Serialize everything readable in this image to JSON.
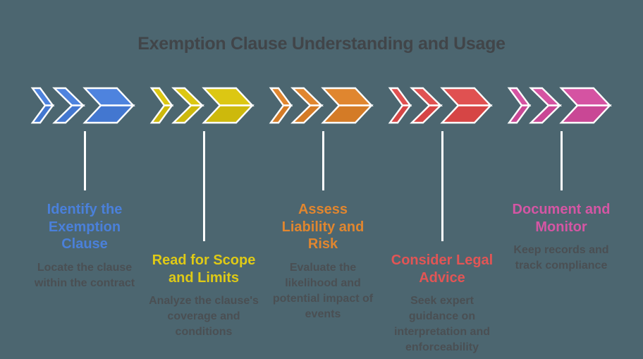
{
  "title": "Exemption Clause Understanding and Usage",
  "colors": {
    "bg": "#4c6670",
    "title-text": "#414549",
    "desc-text": "#4a4f53",
    "connector": "#ffffff"
  },
  "steps": [
    {
      "heading": "Identify the\nExemption\nClause",
      "description": "Locate the clause\nwithin the contract",
      "accent": "#4a80da",
      "fill_top": "#4e83de",
      "fill_bottom": "#4377d0"
    },
    {
      "heading": "Read for Scope\nand Limits",
      "description": "Analyze the clause's\ncoverage and\nconditions",
      "accent": "#dfca16",
      "fill_top": "#dcc713",
      "fill_bottom": "#cdb90c"
    },
    {
      "heading": "Assess\nLiability and\nRisk",
      "description": "Evaluate the\nlikelihood and\npotential impact of\nevents",
      "accent": "#e0862f",
      "fill_top": "#e0862f",
      "fill_bottom": "#d47b26"
    },
    {
      "heading": "Consider Legal\nAdvice",
      "description": "Seek expert\nguidance on\ninterpretation and\nenforceability",
      "accent": "#e25555",
      "fill_top": "#e05151",
      "fill_bottom": "#d64545"
    },
    {
      "heading": "Document and\nMonitor",
      "description": "Keep records and\ntrack compliance",
      "accent": "#d556a4",
      "fill_top": "#d553a2",
      "fill_bottom": "#c94795"
    }
  ]
}
